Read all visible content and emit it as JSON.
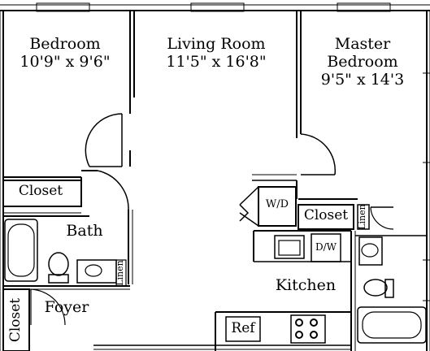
{
  "rooms": {
    "bedroom": {
      "name": "Bedroom",
      "size": "10'9\" x 9'6\""
    },
    "living": {
      "name": "Living Room",
      "size": "11'5\" x 16'8\""
    },
    "master": {
      "name": "Master",
      "name2": "Bedroom",
      "size": "9'5\" x 14'3"
    },
    "bath": {
      "name": "Bath"
    },
    "foyer": {
      "name": "Foyer"
    },
    "kitchen": {
      "name": "Kitchen"
    }
  },
  "fixtures": {
    "closet_bedroom": "Closet",
    "closet_master": "Closet",
    "closet_foyer": "Closet",
    "washer_dryer": "W/D",
    "dishwasher": "D/W",
    "refrigerator": "Ref",
    "linen_bath": "Linen",
    "linen_master": "Linen"
  }
}
